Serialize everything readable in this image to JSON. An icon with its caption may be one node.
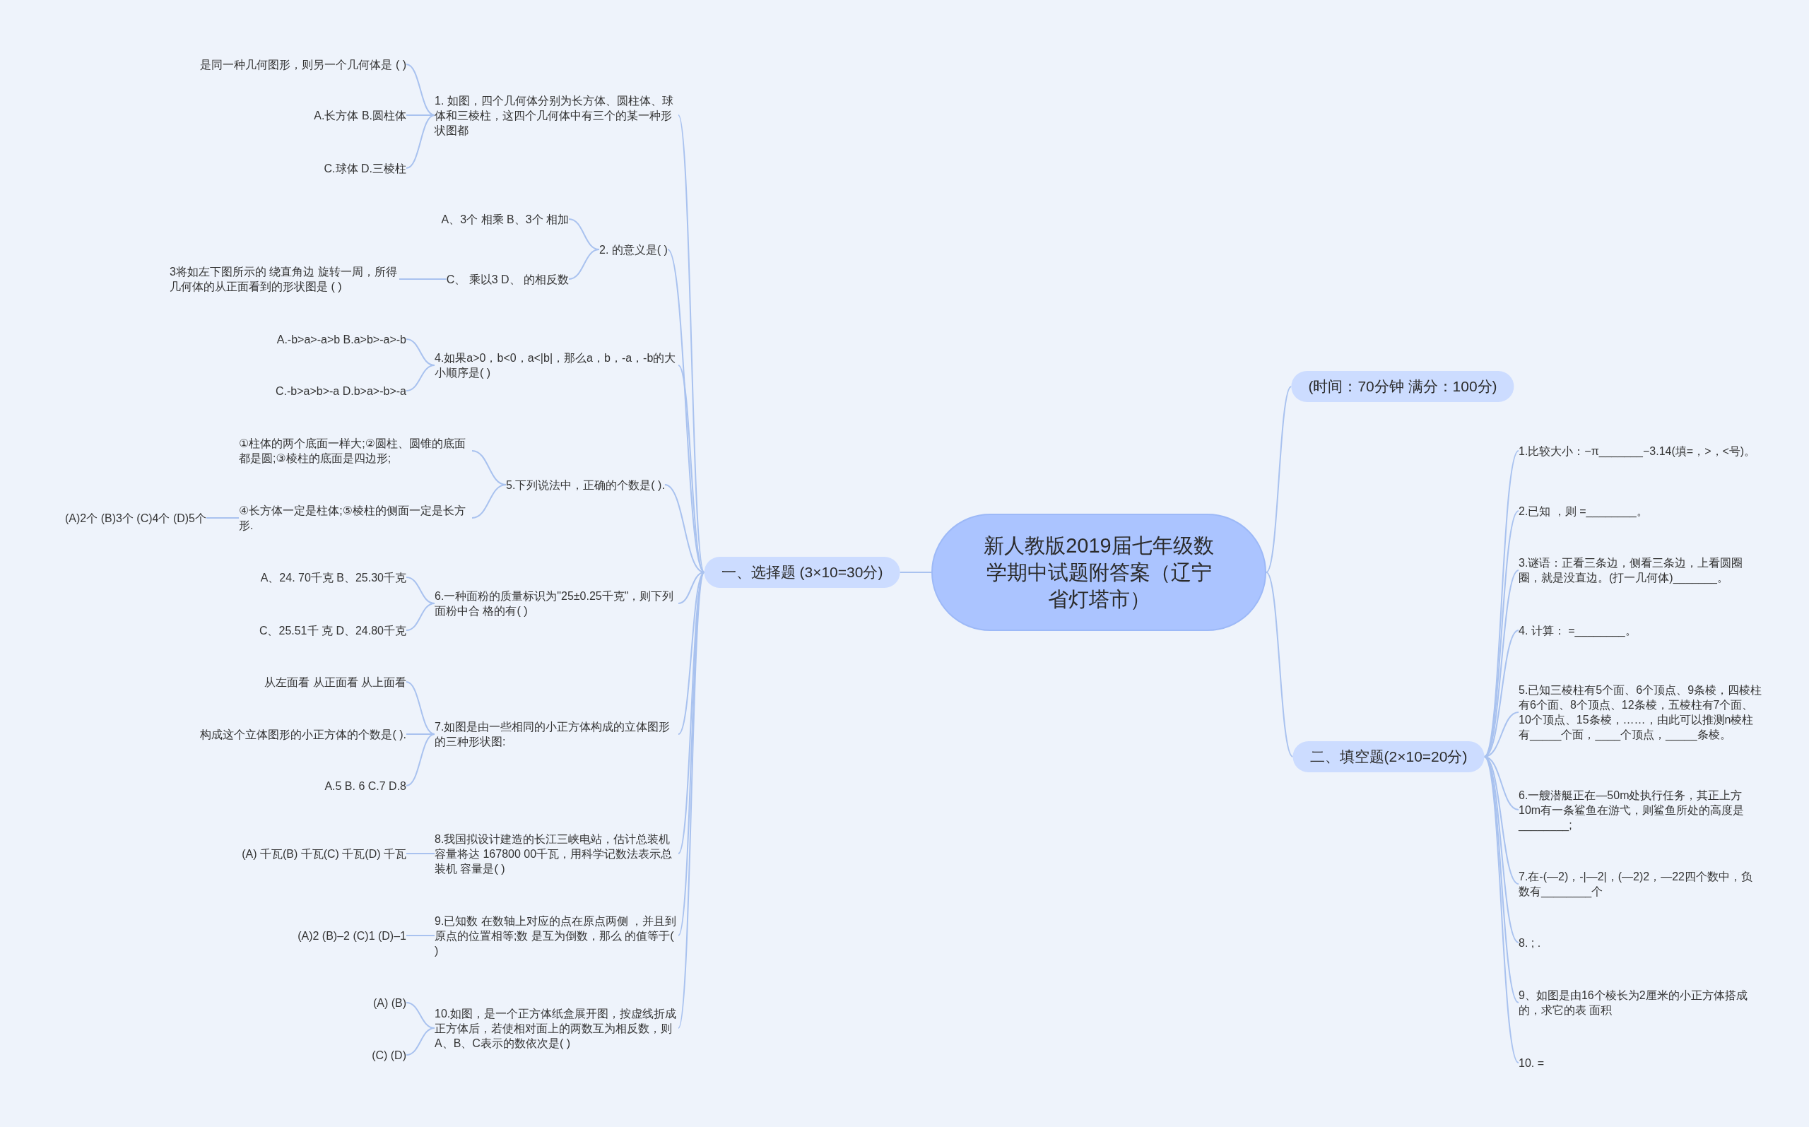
{
  "diagram": {
    "nodes": [
      {
        "text": [
          "新人教版2019届七年级数学期中试题附答案（辽宁省灯塔市）"
        ]
      },
      {
        "text": [
          "一、选择题 (3×10=30分)"
        ]
      },
      {
        "text": [
          "(时间：70分钟 满分：100分)"
        ]
      },
      {
        "text": [
          "二、填空题(2×10=20分)"
        ]
      },
      {
        "text": [
          "1. 如图，四个几何体分别为长方体、圆柱体、球体和三棱柱，这四个几何体中有三个的某一种形状图都"
        ]
      },
      {
        "text": [
          "是同一种几何图形，则另一个几何体是 ( )"
        ]
      },
      {
        "text": [
          "A.长方体 B.圆柱体"
        ]
      },
      {
        "text": [
          "C.球体 D.三棱柱"
        ]
      },
      {
        "text": [
          "2. 的意义是( )"
        ]
      },
      {
        "text": [
          "A、3个 相乘 B、3个 相加"
        ]
      },
      {
        "text": [
          "C、 乘以3 D、 的相反数"
        ]
      },
      {
        "text": [
          "3将如左下图所示的 绕直角边 旋转一周，所得几何体的从正面看到的形状图是 ( )"
        ]
      },
      {
        "text": [
          "4.如果a>0，b<0，a<|b|，那么a，b，-a，-b的大小顺序是( )"
        ]
      },
      {
        "text": [
          "A.-b>a>-a>b B.a>b>-a>-b"
        ]
      },
      {
        "text": [
          "C.-b>a>b>-a D.b>a>-b>-a"
        ]
      },
      {
        "text": [
          "5.下列说法中，正确的个数是( )."
        ]
      },
      {
        "text": [
          "①柱体的两个底面一样大;②圆柱、圆锥的底面都是圆;③棱柱的底面是四边形;"
        ]
      },
      {
        "text": [
          "④长方体一定是柱体;⑤棱柱的侧面一定是长方形."
        ]
      },
      {
        "text": [
          "(A)2个 (B)3个 (C)4个 (D)5个"
        ]
      },
      {
        "text": [
          "6.一种面粉的质量标识为\"25±0.25千克\"，则下列面粉中合 格的有( )"
        ]
      },
      {
        "text": [
          "A、24. 70千克 B、25.30千克"
        ]
      },
      {
        "text": [
          "C、25.51千 克 D、24.80千克"
        ]
      },
      {
        "text": [
          "7.如图是由一些相同的小正方体构成的立体图形的三种形状图:"
        ]
      },
      {
        "text": [
          "从左面看 从正面看 从上面看"
        ]
      },
      {
        "text": [
          "构成这个立体图形的小正方体的个数是( )."
        ]
      },
      {
        "text": [
          "A.5 B. 6 C.7 D.8"
        ]
      },
      {
        "text": [
          "8.我国拟设计建造的长江三峡电站，估计总装机容量将达 167800 00千瓦，用科学记数法表示总装机 容量是( )"
        ]
      },
      {
        "text": [
          "(A) 千瓦(B) 千瓦(C) 千瓦(D) 千瓦"
        ]
      },
      {
        "text": [
          "9.已知数 在数轴上对应的点在原点两侧 ，并且到原点的位置相等;数 是互为倒数，那么 的值等于( )"
        ]
      },
      {
        "text": [
          "(A)2 (B)–2 (C)1 (D)–1"
        ]
      },
      {
        "text": [
          "10.如图，是一个正方体纸盒展开图，按虚线折成正方体后，若使相对面上的两数互为相反数，则A、B、C表示的数依次是( )"
        ]
      },
      {
        "text": [
          "(A) (B)"
        ]
      },
      {
        "text": [
          "(C) (D)"
        ]
      },
      {
        "text": [
          "1.比较大小：−π_______−3.14(填=，>，<号)。"
        ]
      },
      {
        "text": [
          "2.已知 ，则 =________。"
        ]
      },
      {
        "text": [
          "3.谜语：正看三条边，侧看三条边，上看圆圈圈，就是没直边。(打一几何体)_______。"
        ]
      },
      {
        "text": [
          "4. 计算： =________。"
        ]
      },
      {
        "text": [
          "5.已知三棱柱有5个面、6个顶点、9条棱，四棱柱有6个面、8个顶点、12条棱，五棱柱有7个面、10个顶点、15条棱，……，由此可以推测n棱柱有_____个面，____个顶点，_____条棱。"
        ]
      },
      {
        "text": [
          "6.一艘潜艇正在—50m处执行任务，其正上方10m有一条鲨鱼在游弋，则鲨鱼所处的高度是________;"
        ]
      },
      {
        "text": [
          "7.在-(—2)，-|—2|，(—2)2，—22四个数中，负数有________个"
        ]
      },
      {
        "text": [
          "8. ; ."
        ]
      },
      {
        "text": [
          "9、如图是由16个棱长为2厘米的小正方体搭成的，求它的表 面积"
        ]
      },
      {
        "text": [
          "10. ="
        ]
      }
    ],
    "edges": [
      {
        "from": 0,
        "to": 1,
        "arrow": "none"
      },
      {
        "from": 0,
        "to": 2,
        "arrow": "none"
      },
      {
        "from": 0,
        "to": 3,
        "arrow": "none"
      },
      {
        "from": 1,
        "to": 4,
        "arrow": "none"
      },
      {
        "from": 4,
        "to": 5,
        "arrow": "none"
      },
      {
        "from": 4,
        "to": 6,
        "arrow": "none"
      },
      {
        "from": 4,
        "to": 7,
        "arrow": "none"
      },
      {
        "from": 1,
        "to": 8,
        "arrow": "none"
      },
      {
        "from": 8,
        "to": 9,
        "arrow": "none"
      },
      {
        "from": 8,
        "to": 10,
        "arrow": "none"
      },
      {
        "from": 10,
        "to": 11,
        "arrow": "none"
      },
      {
        "from": 1,
        "to": 12,
        "arrow": "none"
      },
      {
        "from": 12,
        "to": 13,
        "arrow": "none"
      },
      {
        "from": 12,
        "to": 14,
        "arrow": "none"
      },
      {
        "from": 1,
        "to": 15,
        "arrow": "none"
      },
      {
        "from": 15,
        "to": 16,
        "arrow": "none"
      },
      {
        "from": 15,
        "to": 17,
        "arrow": "none"
      },
      {
        "from": 17,
        "to": 18,
        "arrow": "none"
      },
      {
        "from": 1,
        "to": 19,
        "arrow": "none"
      },
      {
        "from": 19,
        "to": 20,
        "arrow": "none"
      },
      {
        "from": 19,
        "to": 21,
        "arrow": "none"
      },
      {
        "from": 1,
        "to": 22,
        "arrow": "none"
      },
      {
        "from": 22,
        "to": 23,
        "arrow": "none"
      },
      {
        "from": 22,
        "to": 24,
        "arrow": "none"
      },
      {
        "from": 22,
        "to": 25,
        "arrow": "none"
      },
      {
        "from": 1,
        "to": 26,
        "arrow": "none"
      },
      {
        "from": 26,
        "to": 27,
        "arrow": "none"
      },
      {
        "from": 1,
        "to": 28,
        "arrow": "none"
      },
      {
        "from": 28,
        "to": 29,
        "arrow": "none"
      },
      {
        "from": 1,
        "to": 30,
        "arrow": "none"
      },
      {
        "from": 30,
        "to": 31,
        "arrow": "none"
      },
      {
        "from": 30,
        "to": 32,
        "arrow": "none"
      },
      {
        "from": 3,
        "to": 33,
        "arrow": "none"
      },
      {
        "from": 3,
        "to": 34,
        "arrow": "none"
      },
      {
        "from": 3,
        "to": 35,
        "arrow": "none"
      },
      {
        "from": 3,
        "to": 36,
        "arrow": "none"
      },
      {
        "from": 3,
        "to": 37,
        "arrow": "none"
      },
      {
        "from": 3,
        "to": 38,
        "arrow": "none"
      },
      {
        "from": 3,
        "to": 39,
        "arrow": "none"
      },
      {
        "from": 3,
        "to": 40,
        "arrow": "none"
      },
      {
        "from": 3,
        "to": 41,
        "arrow": "none"
      },
      {
        "from": 3,
        "to": 42,
        "arrow": "none"
      }
    ]
  }
}
